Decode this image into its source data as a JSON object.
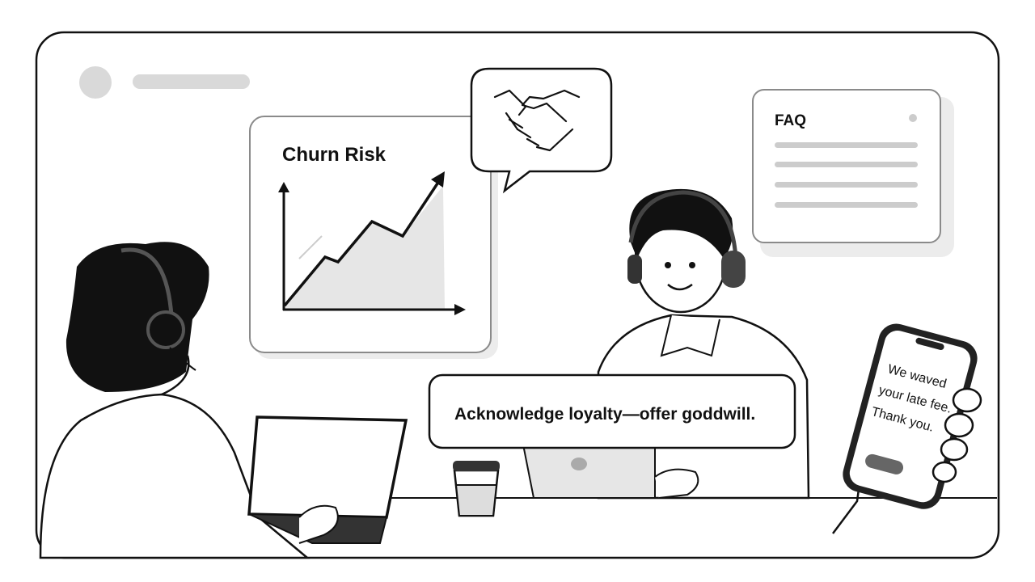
{
  "chart_card": {
    "title": "Churn Risk"
  },
  "faq_card": {
    "title": "FAQ"
  },
  "suggestion": {
    "text": "Acknowledge loyalty—offer goddwill."
  },
  "phone": {
    "lines": [
      "We waved",
      "your late fee.",
      "Thank you."
    ]
  },
  "icons": [
    "handshake-icon",
    "headset-icon",
    "laptop-icon",
    "coffee-cup-icon",
    "smartphone-icon"
  ],
  "colors": {
    "stroke": "#111111",
    "panel_border": "#8a8a8a",
    "fill_gray": "#e6e6e6",
    "placeholder": "#d4d4d4"
  }
}
